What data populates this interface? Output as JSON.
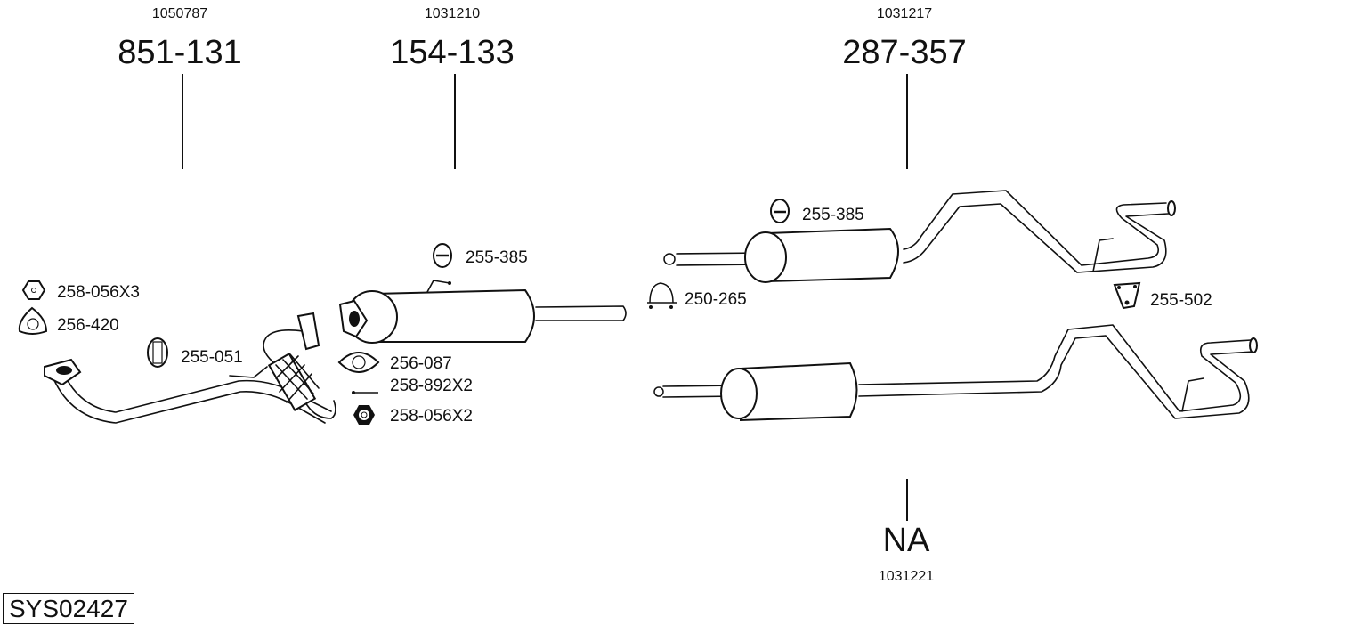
{
  "diagram_id": "SYS02427",
  "assemblies": [
    {
      "ref": "1050787",
      "part_number": "851-131"
    },
    {
      "ref": "1031210",
      "part_number": "154-133"
    },
    {
      "ref": "1031217",
      "part_number": "287-357"
    },
    {
      "ref": "1031221",
      "part_number": "NA"
    }
  ],
  "accessories": [
    {
      "icon": "hex-nut-icon",
      "label": "258-056X3"
    },
    {
      "icon": "three-bolt-gasket-icon",
      "label": "256-420"
    },
    {
      "icon": "rubber-hanger-icon",
      "label": "255-051"
    },
    {
      "icon": "rubber-hanger-icon",
      "label": "255-385"
    },
    {
      "icon": "two-bolt-gasket-icon",
      "label": "256-087"
    },
    {
      "icon": "bolt-icon",
      "label": "258-892X2"
    },
    {
      "icon": "hex-nut-icon",
      "label": "258-056X2"
    },
    {
      "icon": "rubber-hanger-icon",
      "label": "255-385"
    },
    {
      "icon": "u-clamp-icon",
      "label": "250-265"
    },
    {
      "icon": "hanger-bracket-icon",
      "label": "255-502"
    }
  ]
}
